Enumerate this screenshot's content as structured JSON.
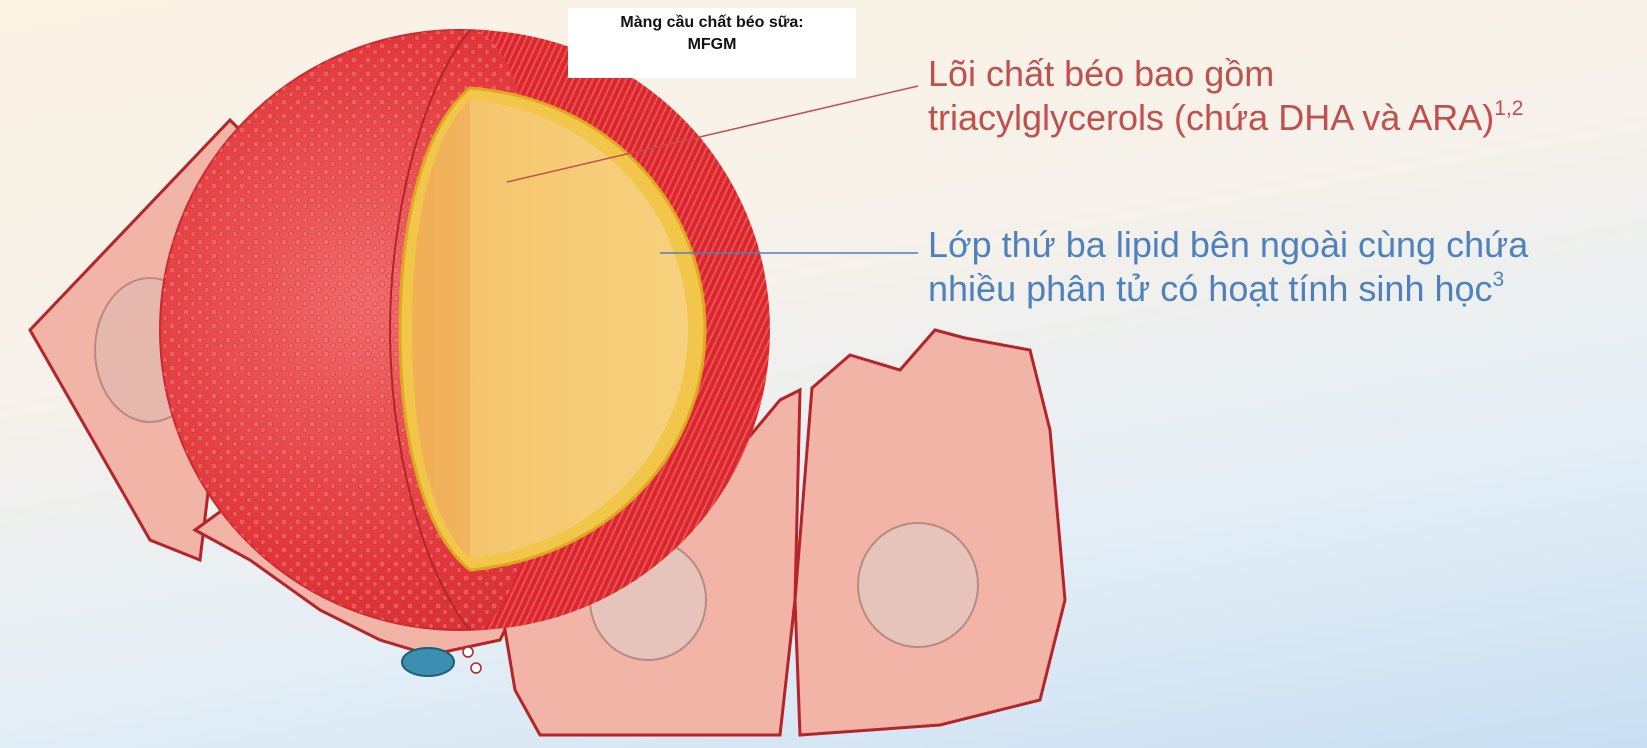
{
  "mfgm_label": {
    "line1": "Màng cầu chất béo sữa:",
    "line2": "MFGM"
  },
  "core_label": {
    "line1": "Lõi chất béo bao gồm",
    "line2": "triacylglycerols (chứa DHA và ARA)",
    "sup": "1,2"
  },
  "outer_layer_label": {
    "line1": "Lớp thứ ba lipid bên ngoài cùng chứa",
    "line2": "nhiều phân tử có hoạt tính sinh học",
    "sup": "3"
  },
  "colors": {
    "core_text": "#c0504d",
    "outer_text": "#4f81bd",
    "globule_red": "#e2363a",
    "core_yellow": "#f4c873",
    "cell_pink": "#f3b4a8"
  }
}
